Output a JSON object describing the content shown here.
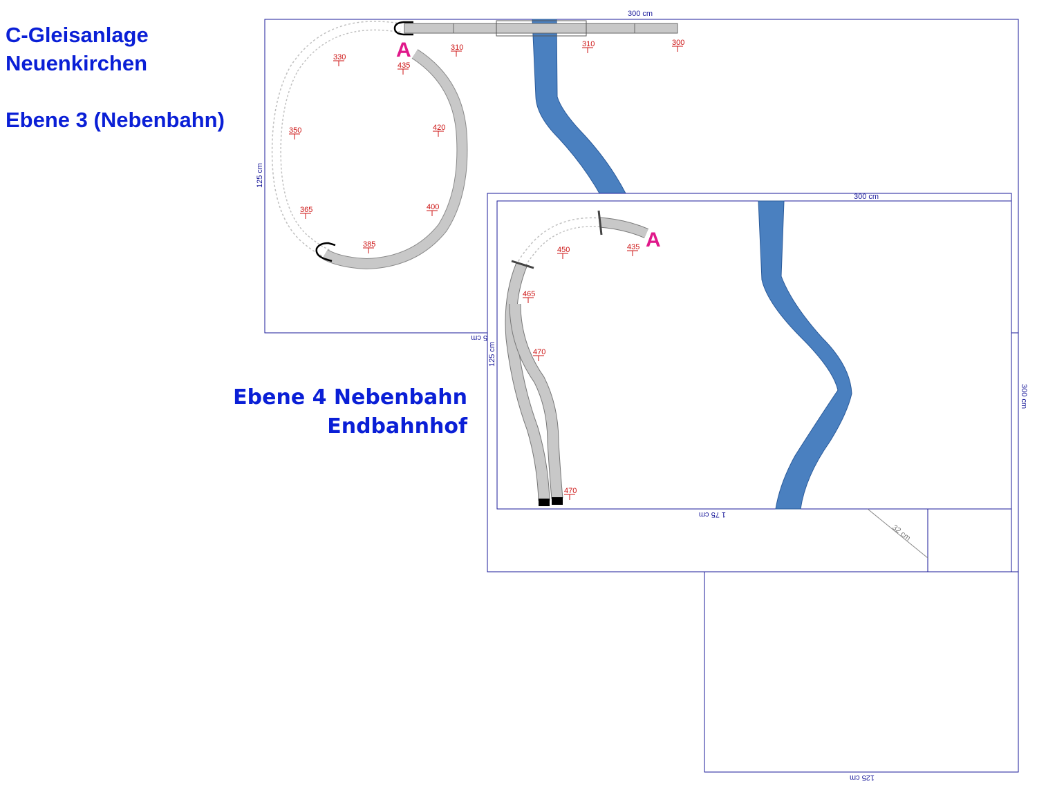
{
  "title": {
    "line1": "C-Gleisanlage",
    "line2": "Neuenkirchen",
    "line3": "Ebene 3 (Nebenbahn)"
  },
  "title4": {
    "line1": "Ebene 4 Nebenbahn",
    "line2": "Endbahnhof"
  },
  "marker_label": "A",
  "dimensions": {
    "l3_width": "300 cm",
    "l3_height": "125 cm",
    "l3_bottom": "5 cm",
    "l4_width": "300 cm",
    "l4_height_right": "300 cm",
    "l4_height_left": "125 cm",
    "l4_inner": "1 75 cm",
    "l4_diag": "32 cm",
    "l4_bottom": "125 cm"
  },
  "heights_level3": [
    "330",
    "310",
    "310",
    "300",
    "435",
    "350",
    "420",
    "365",
    "400",
    "385"
  ],
  "heights_level4": [
    "450",
    "435",
    "465",
    "470",
    "470"
  ],
  "colors": {
    "title": "#0a1fd6",
    "dimension": "#1a1a9a",
    "height_marker": "#cc1111",
    "marker_a": "#e0188a",
    "river": "#4a80c0",
    "track": "#c8c8c8"
  }
}
